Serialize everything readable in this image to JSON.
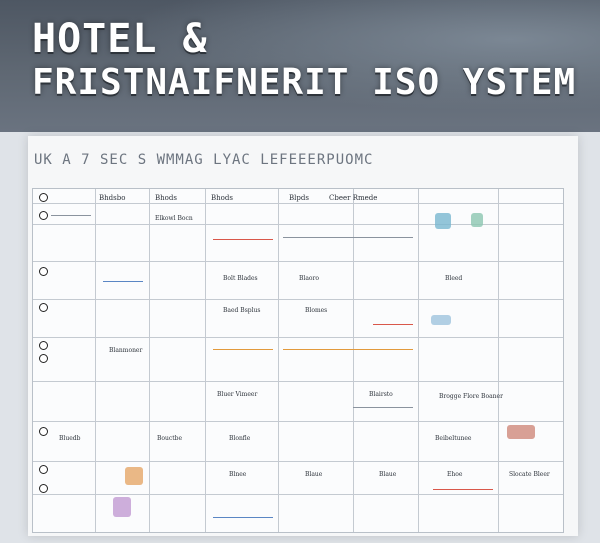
{
  "header": {
    "title_line1": "HOTEL &",
    "title_line2": "FRISTNAIFNERIT ISO YSTEM"
  },
  "subtitle": "UK A 7 SEC S WMMAG LYAC LEFEEERPUOMC",
  "table": {
    "columns": [
      "Bhdsbo",
      "Bhods",
      "Bhods",
      "Blpds",
      "Cbeer Rmede"
    ],
    "cells": [
      "Elkowl Bocn",
      "Bolt Blades",
      "Blaoro",
      "Bleed",
      "Baed Bsplus",
      "Blomes",
      "Blanmoner",
      "Bluer Vimeer",
      "Blairsto",
      "Brogge Flore Boaner",
      "Bluedb",
      "Bouctbe",
      "Blonfle",
      "Beibeltunee",
      "Blnee",
      "Blaue",
      "Blaue",
      "Ehoe",
      "Slocate Bleer"
    ]
  },
  "colors": {
    "banner": "#5f6873",
    "accent_red": "#d9574a",
    "accent_blue": "#5a86c4",
    "accent_orange": "#e29a3c"
  }
}
